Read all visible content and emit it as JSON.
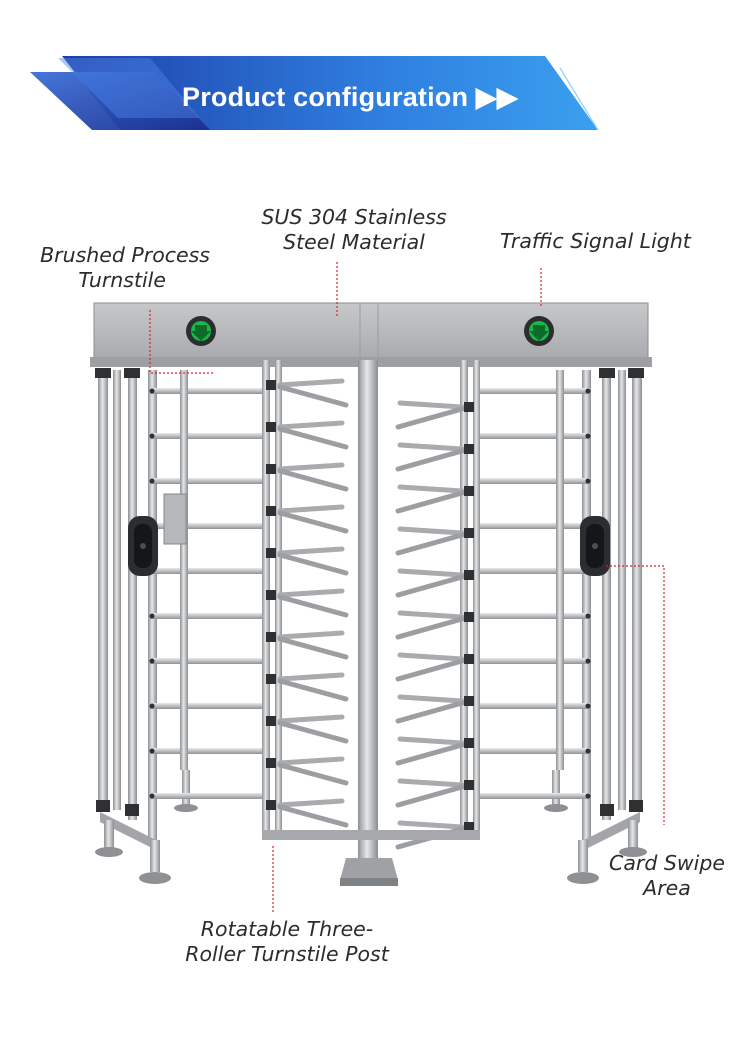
{
  "header": {
    "title": "Product configuration",
    "arrows": "▶▶"
  },
  "colors": {
    "banner_dark": "#1f3fa8",
    "banner_light": "#3aa0ee",
    "steel": "#b9bbbd",
    "steel_dark": "#7d8083",
    "signal_green": "#19b84a",
    "callout_line": "#d9232e"
  },
  "callouts": {
    "brushed": {
      "line1": "Brushed Process",
      "line2": "Turnstile"
    },
    "sus304": {
      "line1": "SUS 304 Stainless",
      "line2": "Steel Material"
    },
    "signal": {
      "line1": "Traffic Signal Light"
    },
    "card": {
      "line1": "Card Swipe",
      "line2": "Area"
    },
    "roller": {
      "line1": "Rotatable Three-",
      "line2": "Roller Turnstile Post"
    }
  },
  "icons": {
    "signal_light": "green-down-arrow-icon",
    "card_reader": "card-reader-icon"
  }
}
